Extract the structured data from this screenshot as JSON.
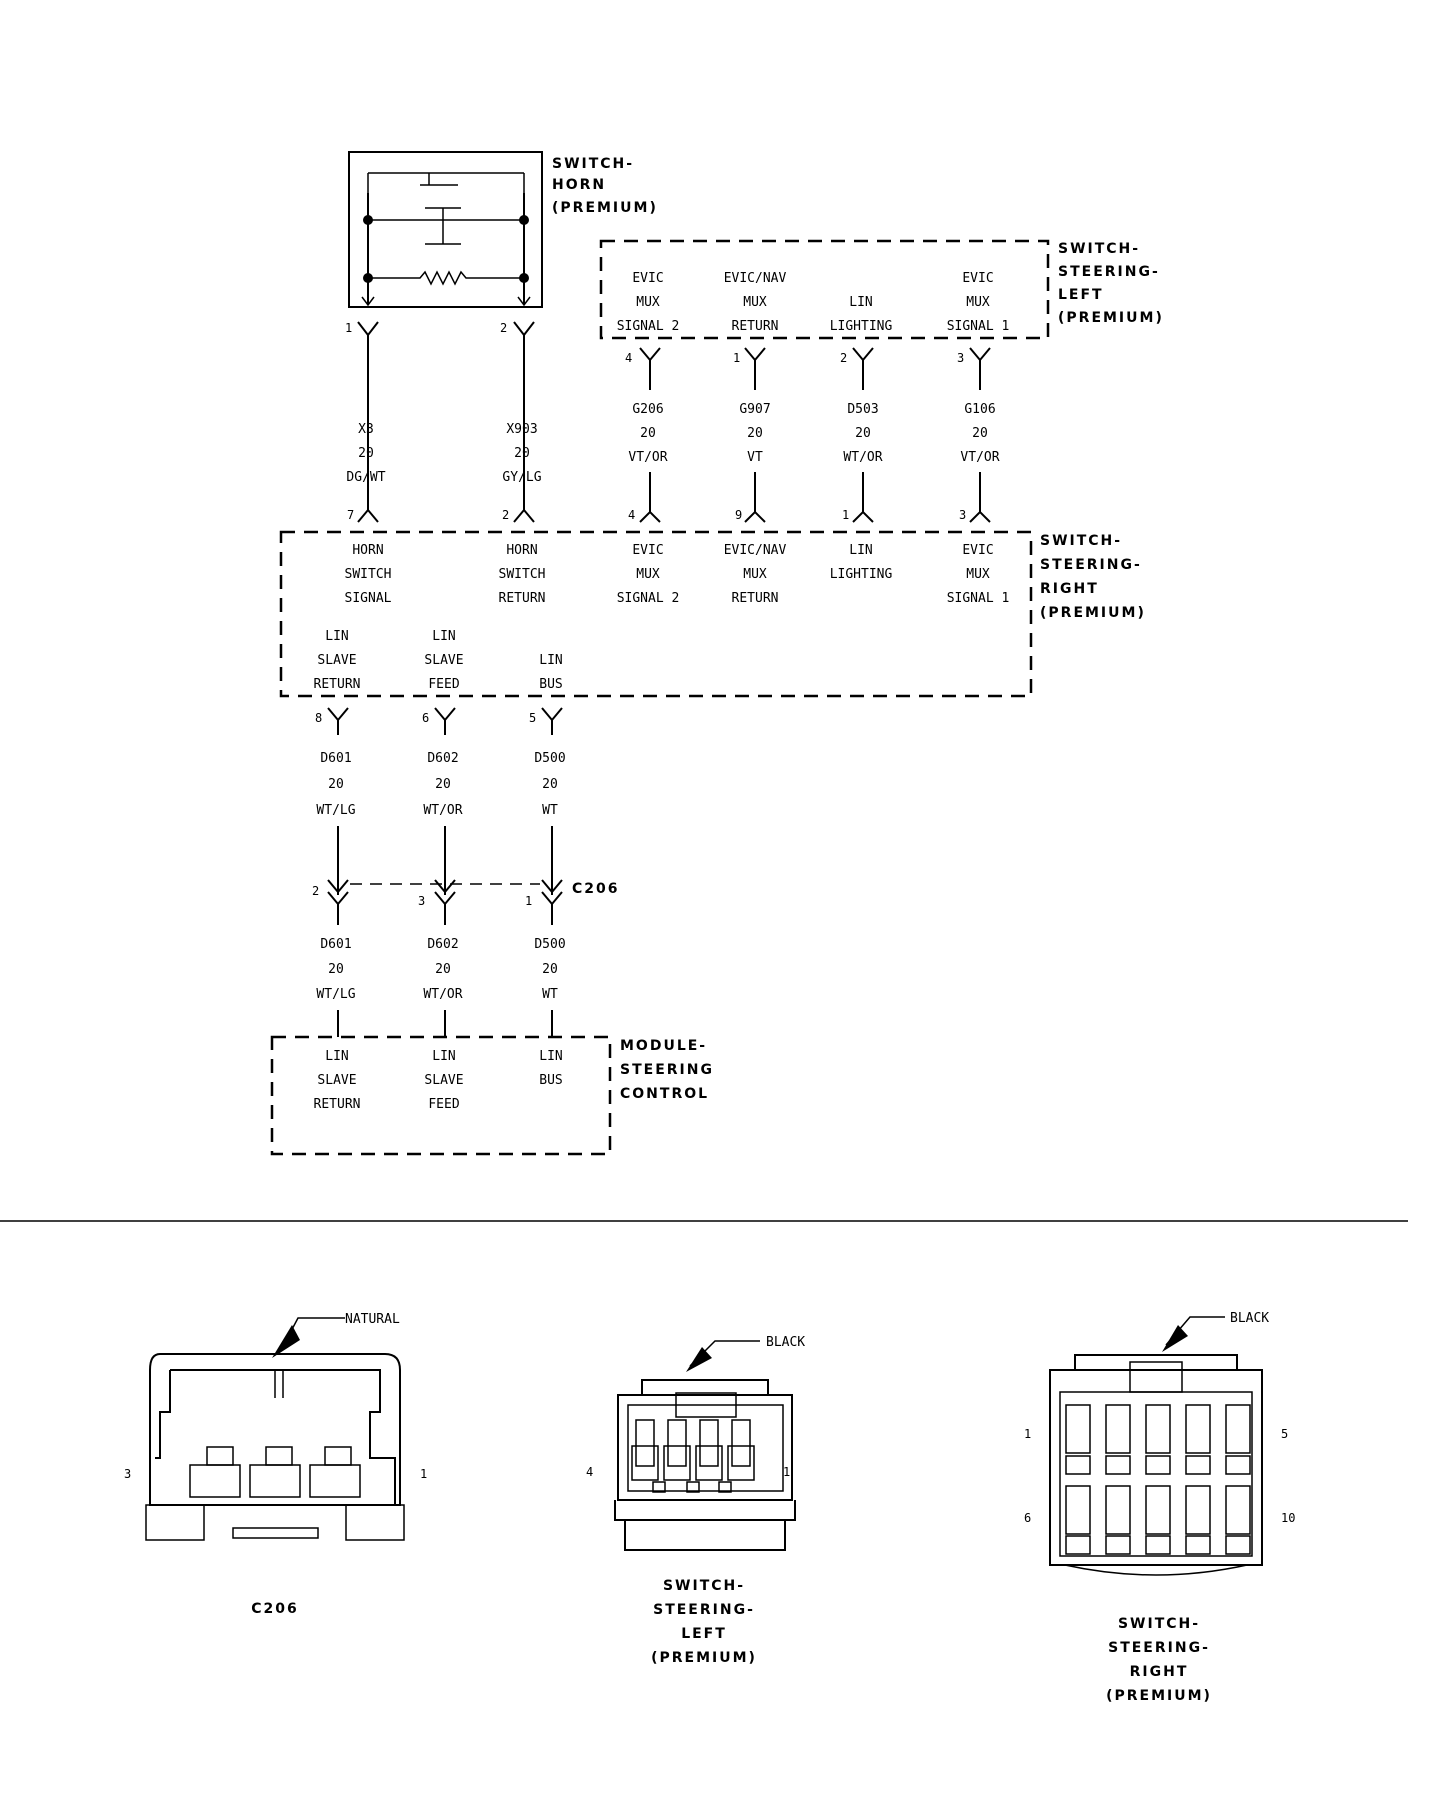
{
  "components": {
    "horn_switch": {
      "name": [
        "SWITCH-",
        "HORN",
        "(PREMIUM)"
      ],
      "pins": [
        "1",
        "2"
      ]
    },
    "left_switch": {
      "name": [
        "SWITCH-",
        "STEERING-",
        "LEFT",
        "(PREMIUM)"
      ],
      "labels": [
        [
          "EVIC",
          "MUX",
          "SIGNAL 2"
        ],
        [
          "EVIC/NAV",
          "MUX",
          "RETURN"
        ],
        [
          "",
          "LIN",
          "LIGHTING"
        ],
        [
          "EVIC",
          "MUX",
          "SIGNAL 1"
        ]
      ],
      "pins": [
        "4",
        "1",
        "2",
        "3"
      ]
    },
    "right_switch": {
      "name": [
        "SWITCH-",
        "STEERING-",
        "RIGHT",
        "(PREMIUM)"
      ],
      "top_labels": [
        [
          "HORN",
          "SWITCH",
          "SIGNAL"
        ],
        [
          "HORN",
          "SWITCH",
          "RETURN"
        ],
        [
          "EVIC",
          "MUX",
          "SIGNAL 2"
        ],
        [
          "EVIC/NAV",
          "MUX",
          "RETURN"
        ],
        [
          "LIN",
          "LIGHTING",
          ""
        ],
        [
          "EVIC",
          "MUX",
          "SIGNAL 1"
        ]
      ],
      "top_pins": [
        "7",
        "2",
        "4",
        "9",
        "1",
        "3"
      ],
      "bottom_labels": [
        [
          "LIN",
          "SLAVE",
          "RETURN"
        ],
        [
          "LIN",
          "SLAVE",
          "FEED"
        ],
        [
          "LIN",
          "BUS",
          ""
        ]
      ],
      "bottom_pins": [
        "8",
        "6",
        "5"
      ]
    },
    "module": {
      "name": [
        "MODULE-",
        "STEERING",
        "CONTROL"
      ],
      "labels": [
        [
          "LIN",
          "SLAVE",
          "RETURN"
        ],
        [
          "LIN",
          "SLAVE",
          "FEED"
        ],
        [
          "LIN",
          "BUS",
          ""
        ]
      ]
    },
    "c206": {
      "name": "C206",
      "pins": [
        "2",
        "3",
        "1"
      ]
    }
  },
  "wires": {
    "horn": [
      [
        "X3",
        "20",
        "DG/WT"
      ],
      [
        "X903",
        "20",
        "GY/LG"
      ]
    ],
    "steering": [
      [
        "G206",
        "20",
        "VT/OR"
      ],
      [
        "G907",
        "20",
        "VT"
      ],
      [
        "D503",
        "20",
        "WT/OR"
      ],
      [
        "G106",
        "20",
        "VT/OR"
      ]
    ],
    "lin_upper": [
      [
        "D601",
        "20",
        "WT/LG"
      ],
      [
        "D602",
        "20",
        "WT/OR"
      ],
      [
        "D500",
        "20",
        "WT"
      ]
    ],
    "lin_lower": [
      [
        "D601",
        "20",
        "WT/LG"
      ],
      [
        "D602",
        "20",
        "WT/OR"
      ],
      [
        "D500",
        "20",
        "WT"
      ]
    ]
  },
  "connectors": {
    "c206": {
      "color": "NATURAL",
      "pin_left": "3",
      "pin_right": "1",
      "title": [
        "C206"
      ]
    },
    "left": {
      "color": "BLACK",
      "pin_left": "4",
      "pin_right": "1",
      "title": [
        "SWITCH-",
        "STEERING-",
        "LEFT",
        "(PREMIUM)"
      ]
    },
    "right": {
      "color": "BLACK",
      "pins": [
        "1",
        "5",
        "6",
        "10"
      ],
      "title": [
        "SWITCH-",
        "STEERING-",
        "RIGHT",
        "(PREMIUM)"
      ]
    }
  }
}
